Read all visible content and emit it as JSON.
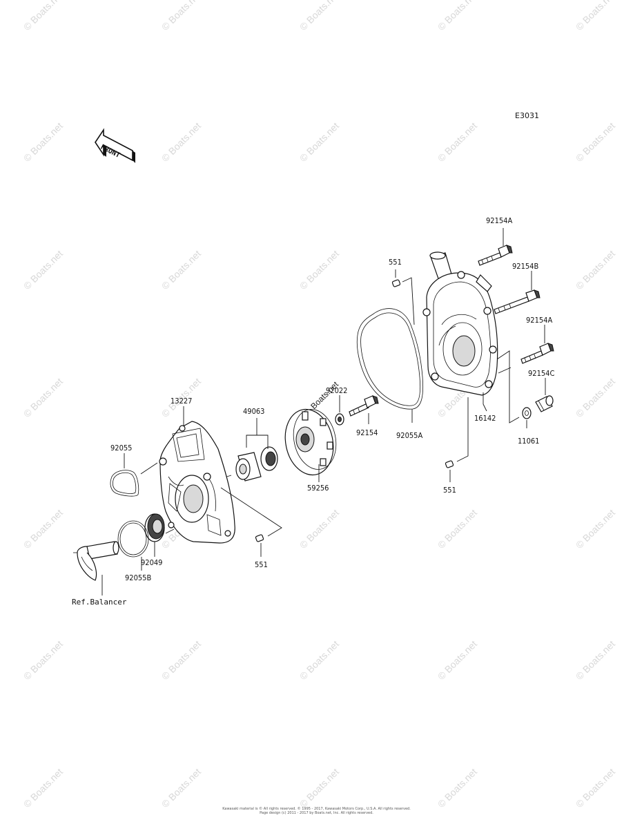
{
  "diagram_code": "E3031",
  "front_label": "FRONT",
  "ref_label": "Ref.Balancer",
  "watermark_text": "© Boats.net",
  "inline_watermark": "Boats.net",
  "copyright": "Kawasaki material is © All rights reserved. © 1995 - 2017, Kawasaki Motors Corp., U.S.A. All rights reserved.",
  "copyright_line2": "Page design (c) 2011 - 2017 by Boats.net, Inc. All rights reserved.",
  "parts": {
    "p92154A_top": "92154A",
    "p551_top": "551",
    "p92154B": "92154B",
    "p92154A_mid": "92154A",
    "p92154C": "92154C",
    "p16142": "16142",
    "p11061": "11061",
    "p551_right": "551",
    "p92055A": "92055A",
    "p92154": "92154",
    "p92022": "92022",
    "p59256": "59256",
    "p49063": "49063",
    "p13227": "13227",
    "p92055": "92055",
    "p92049": "92049",
    "p551_bottom": "551",
    "p92055B": "92055B"
  }
}
